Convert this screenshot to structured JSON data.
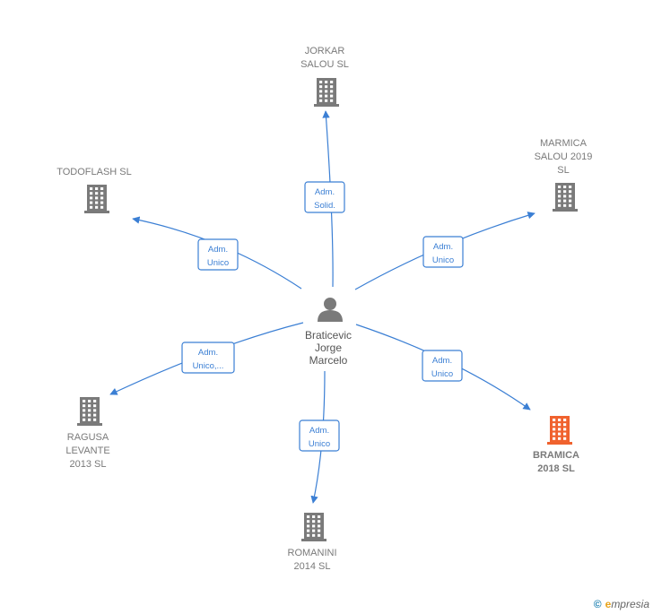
{
  "center": {
    "lines": [
      "Braticevic",
      "Jorge",
      "Marcelo"
    ],
    "icon": "person-icon"
  },
  "companies": [
    {
      "id": "jorkar",
      "lines": [
        "JORKAR",
        "SALOU  SL"
      ],
      "icon": "building-icon",
      "highlight": false
    },
    {
      "id": "marmica",
      "lines": [
        "MARMICA",
        "SALOU 2019",
        "SL"
      ],
      "icon": "building-icon",
      "highlight": false
    },
    {
      "id": "todoflash",
      "lines": [
        "TODOFLASH SL"
      ],
      "icon": "building-icon",
      "highlight": false
    },
    {
      "id": "ragusa",
      "lines": [
        "RAGUSA",
        "LEVANTE",
        "2013 SL"
      ],
      "icon": "building-icon",
      "highlight": false
    },
    {
      "id": "romanini",
      "lines": [
        "ROMANINI",
        "2014  SL"
      ],
      "icon": "building-icon",
      "highlight": false
    },
    {
      "id": "bramica",
      "lines": [
        "BRAMICA",
        "2018  SL"
      ],
      "icon": "building-icon",
      "highlight": true
    }
  ],
  "edges": [
    {
      "to": "jorkar",
      "lines": [
        "Adm.",
        "Solid."
      ]
    },
    {
      "to": "marmica",
      "lines": [
        "Adm.",
        "Unico"
      ]
    },
    {
      "to": "todoflash",
      "lines": [
        "Adm.",
        "Unico"
      ]
    },
    {
      "to": "ragusa",
      "lines": [
        "Adm.",
        "Unico,..."
      ]
    },
    {
      "to": "romanini",
      "lines": [
        "Adm.",
        "Unico"
      ]
    },
    {
      "to": "bramica",
      "lines": [
        "Adm.",
        "Unico"
      ]
    }
  ],
  "colors": {
    "edge": "#3b7fd4",
    "building": "#7a7a7a",
    "highlight": "#f0622e",
    "person": "#7a7a7a"
  },
  "footer": {
    "copyright": "©",
    "brand_initial": "e",
    "brand_rest": "mpresia"
  }
}
